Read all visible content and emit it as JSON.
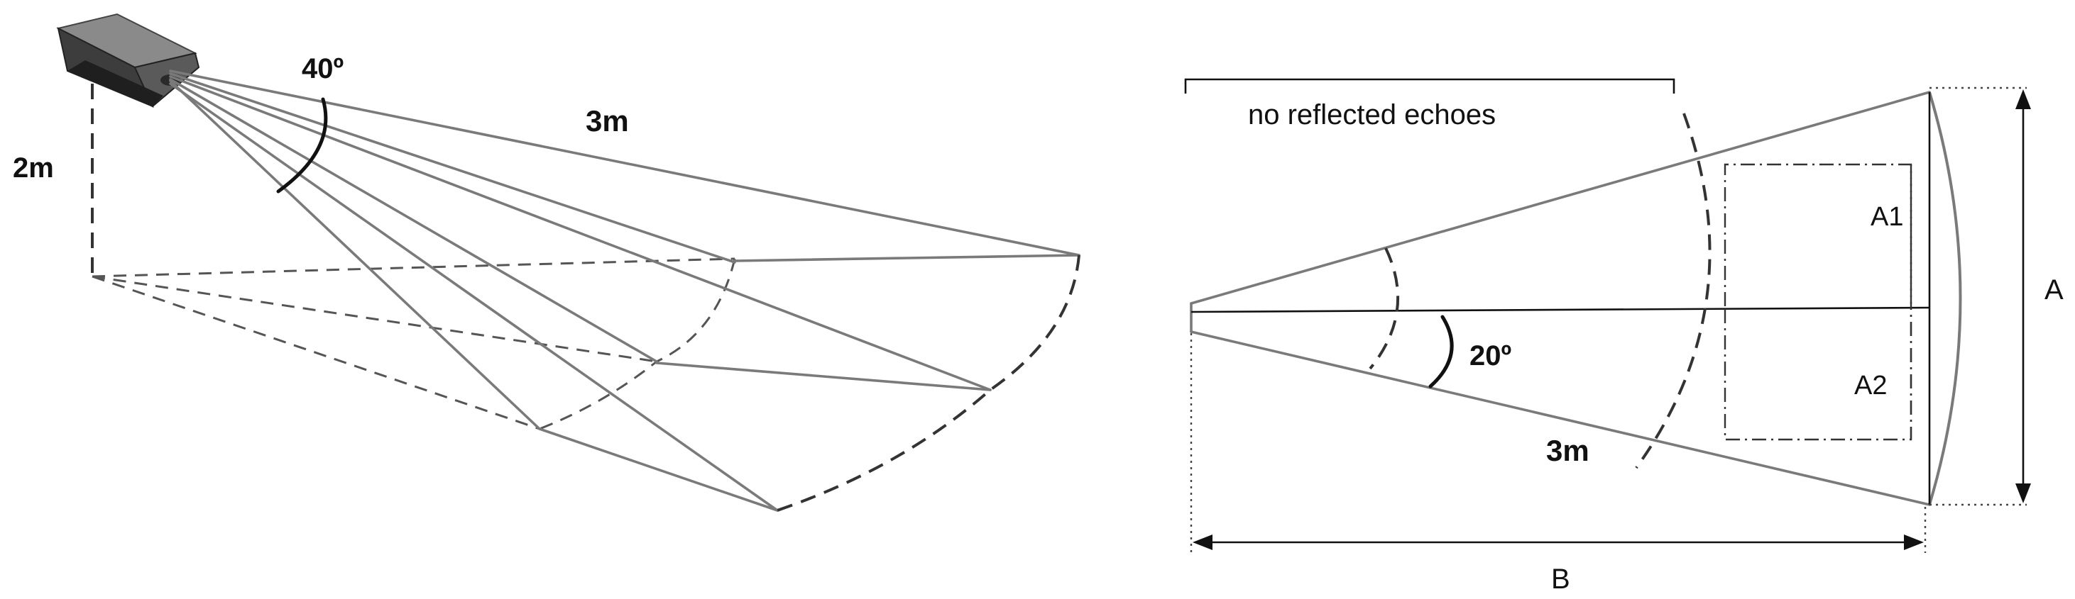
{
  "left_diagram": {
    "angle_label": "40º",
    "height_label": "2m",
    "range_label": "3m"
  },
  "right_diagram": {
    "bracket_label": "no reflected echoes",
    "angle_label": "20º",
    "range_label": "3m",
    "area_label_1": "A1",
    "area_label_2": "A2",
    "width_label": "A",
    "length_label": "B"
  }
}
